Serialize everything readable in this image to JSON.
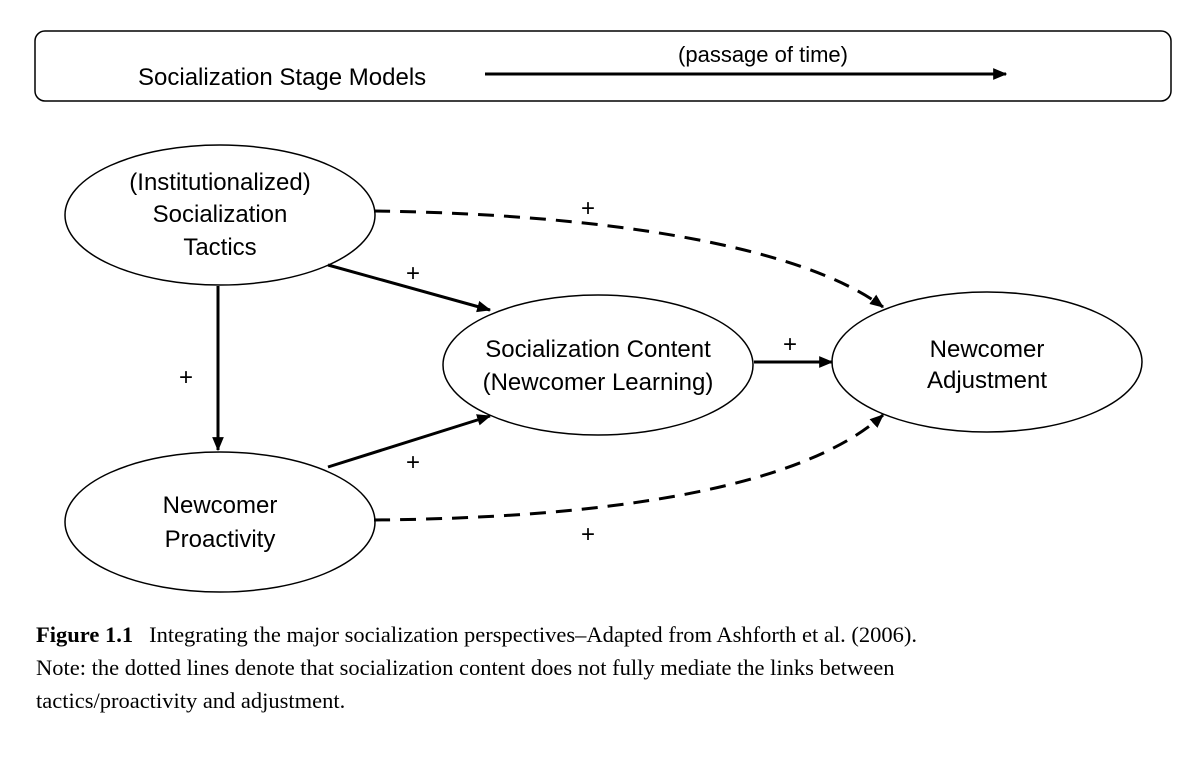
{
  "header": {
    "title": "Socialization Stage Models",
    "time_label": "(passage of time)"
  },
  "nodes": {
    "tactics": {
      "line1": "(Institutionalized)",
      "line2": "Socialization",
      "line3": "Tactics"
    },
    "proactivity": {
      "line1": "Newcomer",
      "line2": "Proactivity"
    },
    "content": {
      "line1": "Socialization Content",
      "line2": "(Newcomer Learning)"
    },
    "adjustment": {
      "line1": "Newcomer",
      "line2": "Adjustment"
    }
  },
  "edges": {
    "tactics_to_adjustment": "+",
    "tactics_to_content": "+",
    "tactics_to_proactivity": "+",
    "proactivity_to_content": "+",
    "content_to_adjustment": "+",
    "proactivity_to_adjustment": "+"
  },
  "caption": {
    "label": "Figure 1.1",
    "line1": "Integrating the major socialization perspectives–Adapted from Ashforth et al. (2006).",
    "line2": "Note: the dotted lines denote that socialization content does not fully mediate the links between",
    "line3": "tactics/proactivity and adjustment."
  }
}
